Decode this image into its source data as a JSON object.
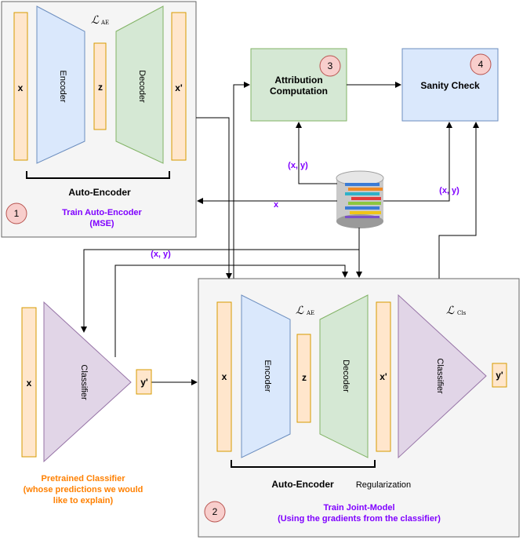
{
  "colors": {
    "panel_fill": "#f5f5f5",
    "panel_stroke": "#666666",
    "bar_fill": "#ffe6cc",
    "bar_stroke": "#d79b00",
    "encoder_fill": "#dae8fc",
    "encoder_stroke": "#6c8ebf",
    "decoder_fill": "#d5e8d4",
    "decoder_stroke": "#82b366",
    "classifier_fill": "#e1d5e7",
    "classifier_stroke": "#9673a6",
    "badge_fill": "#f8cecc",
    "badge_stroke": "#b85450",
    "label_purple": "#7f00ff",
    "label_orange": "#ff8000"
  },
  "panel1": {
    "loss": "ℒ",
    "loss_sub": "AE",
    "x": "x",
    "encoder": "Encoder",
    "z": "z",
    "decoder": "Decoder",
    "x_prime": "x'",
    "brace_label": "Auto-Encoder",
    "badge": "1",
    "caption_line1": "Train Auto-Encoder",
    "caption_line2": "(MSE)"
  },
  "attribution": {
    "label_line1": "Attribution",
    "label_line2": "Computation",
    "badge": "3"
  },
  "sanity": {
    "label": "Sanity Check",
    "badge": "4"
  },
  "edges": {
    "xy_left": "(x, y)",
    "x_left": "x",
    "xy_right": "(x, y)",
    "xy_mid": "(x, y)"
  },
  "pretrained": {
    "x": "x",
    "classifier": "Classifier",
    "y_prime": "y'",
    "caption_line1": "Pretrained Classifier",
    "caption_line2": "(whose predictions we would",
    "caption_line3": "like to explain)"
  },
  "panel2": {
    "loss_ae": "ℒ",
    "loss_ae_sub": "AE",
    "loss_cls": "ℒ",
    "loss_cls_sub": "Cls",
    "x": "x",
    "encoder": "Encoder",
    "z": "z",
    "decoder": "Decoder",
    "x_prime": "x'",
    "classifier": "Classifier",
    "y_prime": "y'",
    "brace_label": "Auto-Encoder",
    "regularization": "Regularization",
    "badge": "2",
    "caption_line1": "Train Joint-Model",
    "caption_line2": "(Using the gradients from the classifier)"
  }
}
